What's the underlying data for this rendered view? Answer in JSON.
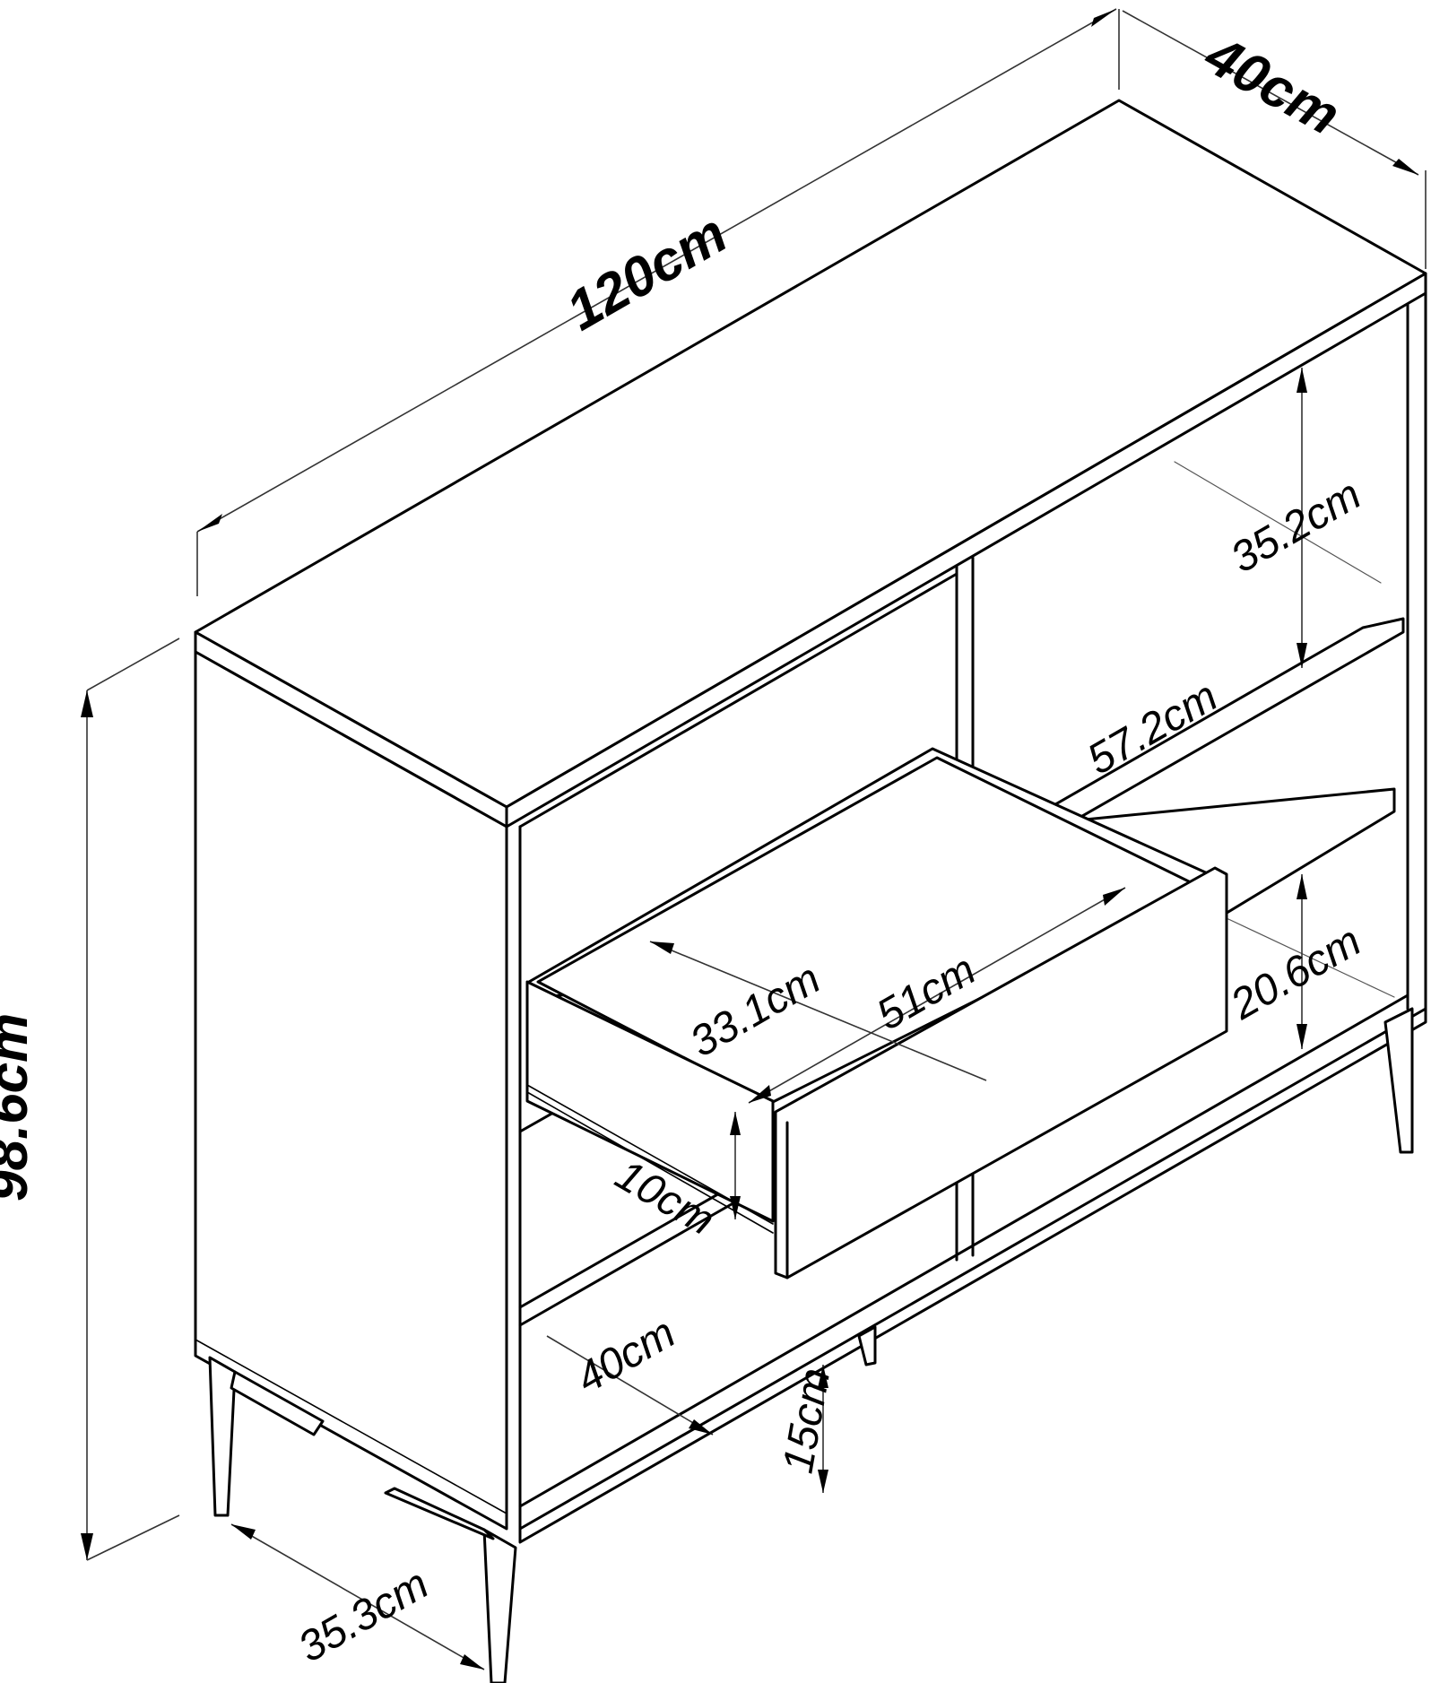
{
  "dimensions": {
    "width": "120cm",
    "depth": "40cm",
    "height": "98.6cm",
    "upper_shelf_height": "35.2cm",
    "shelf_width": "57.2cm",
    "lower_shelf_height": "20.6cm",
    "drawer_inner_depth": "33.1cm",
    "drawer_inner_width": "51cm",
    "drawer_height": "10cm",
    "inner_depth": "40cm",
    "leg_height": "15cm",
    "leg_span": "35.3cm"
  },
  "colors": {
    "line": "#000000",
    "background": "#ffffff"
  }
}
